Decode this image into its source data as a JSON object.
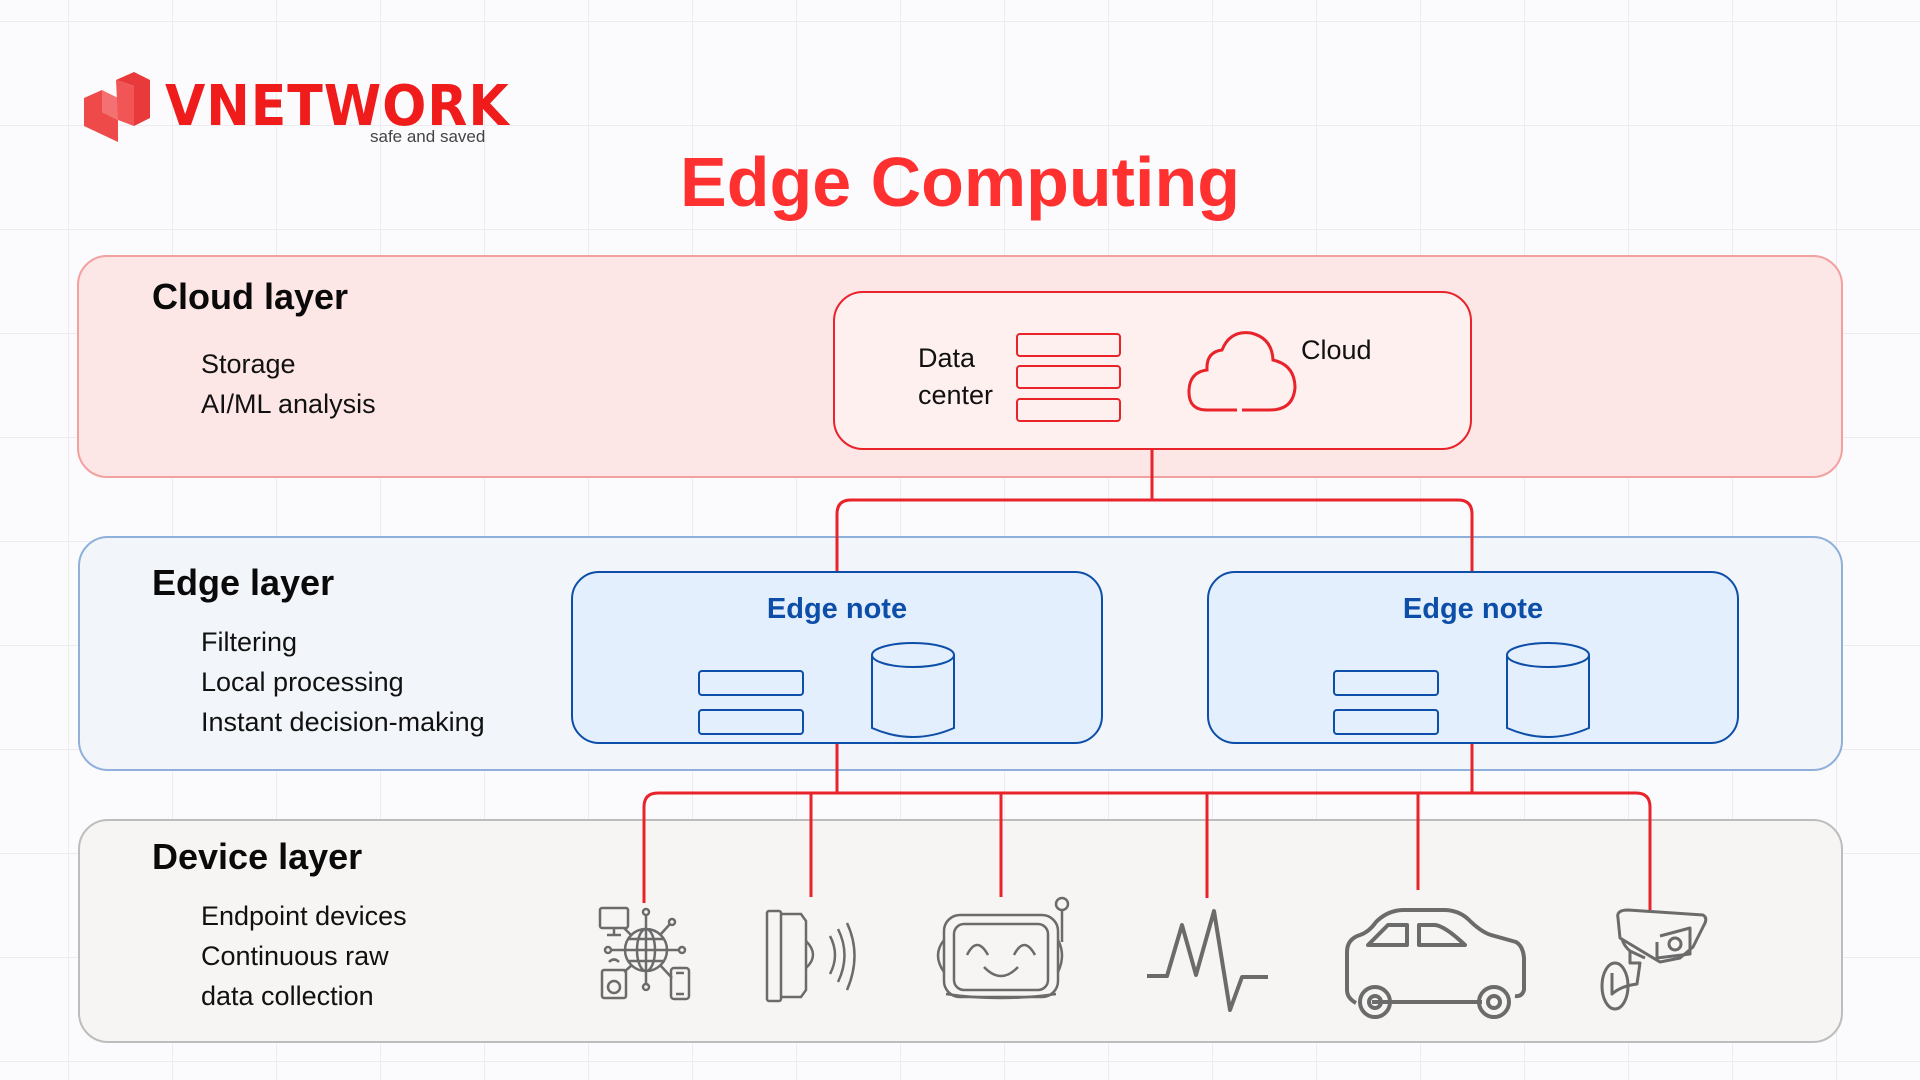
{
  "brand": {
    "name": "VNETWORK",
    "tagline": "safe and saved",
    "color": "#f01c1c"
  },
  "title": "Edge Computing",
  "layers": {
    "cloud": {
      "title": "Cloud layer",
      "items": [
        "Storage",
        "AI/ML analysis"
      ],
      "components": {
        "data_center_label_line1": "Data",
        "data_center_label_line2": "center",
        "cloud_label": "Cloud"
      }
    },
    "edge": {
      "title": "Edge layer",
      "items": [
        "Filtering",
        "Local processing",
        "Instant decision-making"
      ],
      "nodes": [
        {
          "label": "Edge note"
        },
        {
          "label": "Edge note"
        }
      ]
    },
    "device": {
      "title": "Device layer",
      "items": [
        "Endpoint devices",
        "Continuous raw",
        "data collection"
      ],
      "devices": [
        "iot-network-icon",
        "speaker-sensor-icon",
        "robot-icon",
        "heartbeat-icon",
        "car-icon",
        "security-camera-icon"
      ]
    }
  },
  "colors": {
    "accent_red": "#ff3030",
    "connector": "#e8232a",
    "edge_blue": "#0d4ea8",
    "icon_gray": "#6b6b6b"
  }
}
